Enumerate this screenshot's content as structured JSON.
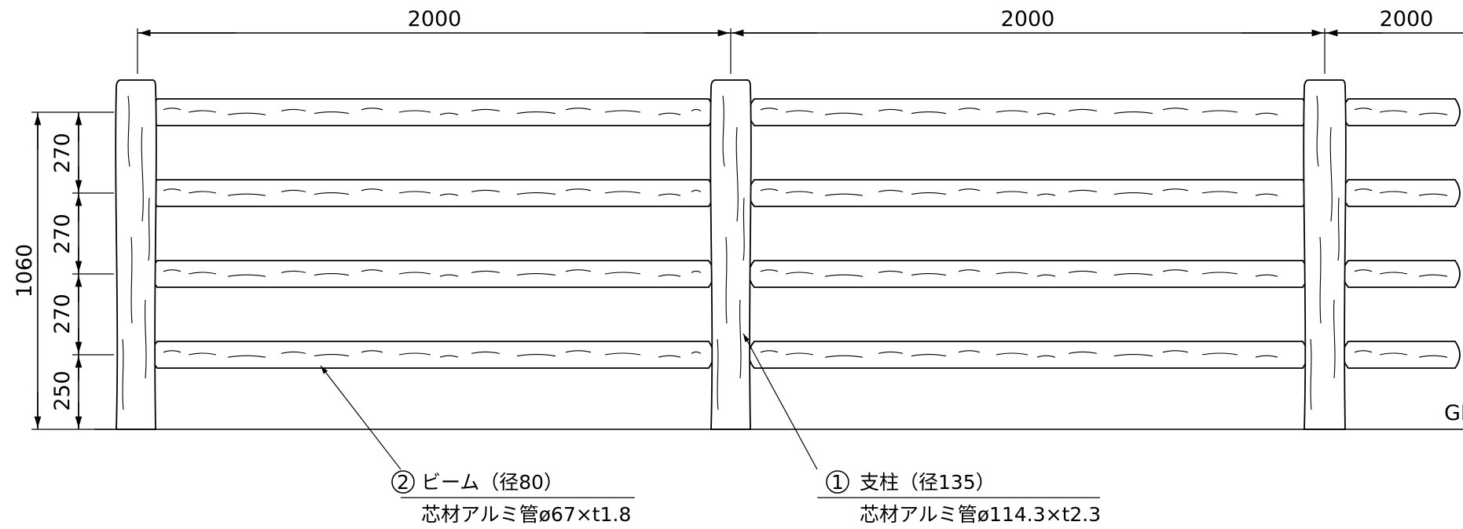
{
  "dimensions": {
    "span_1": "2000",
    "span_2": "2000",
    "span_3": "2000",
    "total_height": "1060",
    "beam_spacing": [
      "270",
      "270",
      "270",
      "250"
    ]
  },
  "ground_label": "GL",
  "callouts": [
    {
      "number": "2",
      "title": "ビーム（径80）",
      "spec": "芯材アルミ管ø67×t1.8"
    },
    {
      "number": "1",
      "title": "支柱（径135）",
      "spec": "芯材アルミ管ø114.3×t2.3"
    }
  ]
}
